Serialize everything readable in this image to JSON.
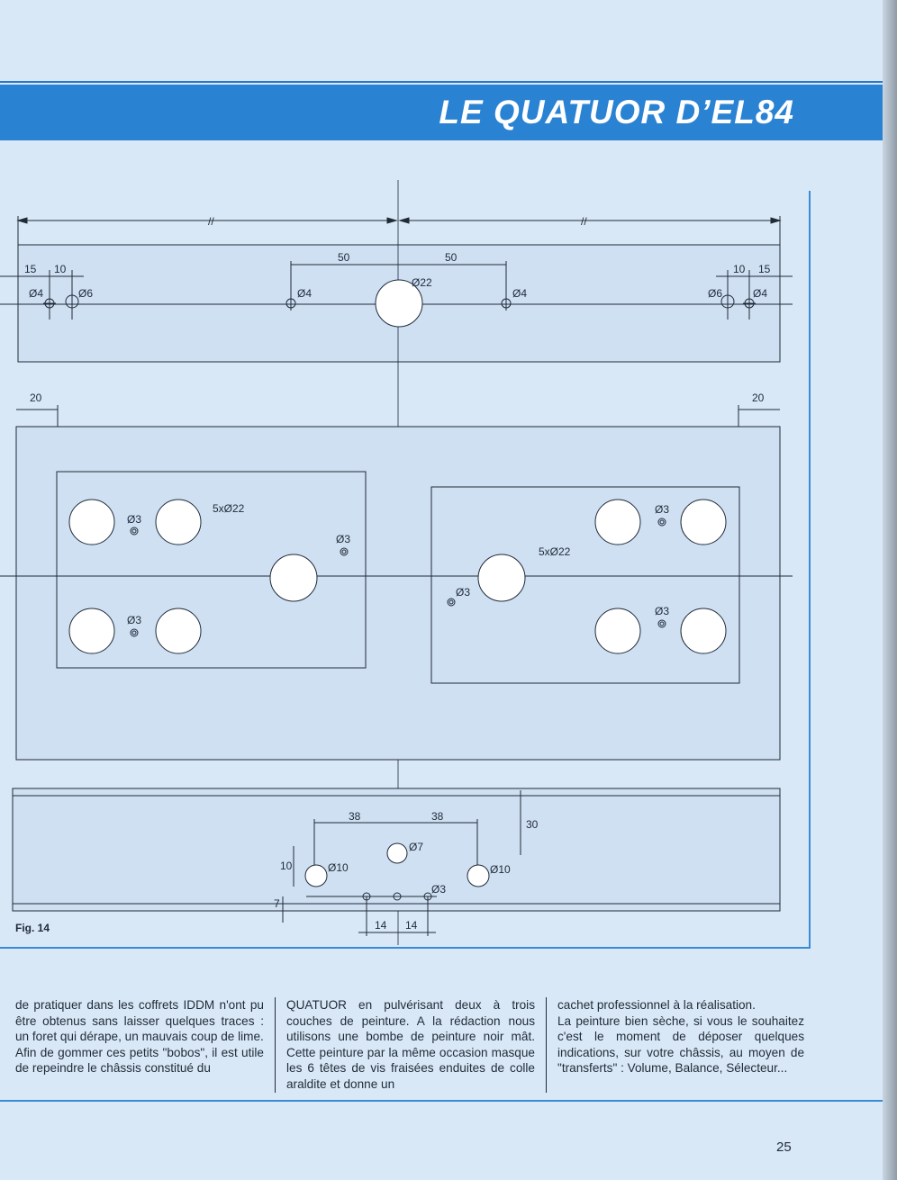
{
  "header": {
    "title": "LE QUATUOR D’EL84"
  },
  "figure": {
    "caption": "Fig. 14",
    "top_view": {
      "left_dims": [
        "15",
        "10"
      ],
      "center_dims": [
        "50",
        "50"
      ],
      "right_dims": [
        "10",
        "15"
      ],
      "holes": [
        "Ø4",
        "Ø6",
        "Ø4",
        "Ø22",
        "Ø4",
        "Ø6",
        "Ø4"
      ],
      "break_mark": "//"
    },
    "main_view": {
      "margin_left": "20",
      "margin_right": "20",
      "left_group": {
        "label": "5xØ22",
        "small_holes": [
          "Ø3",
          "Ø3",
          "Ø3"
        ]
      },
      "right_group": {
        "label": "5xØ22",
        "small_holes": [
          "Ø3",
          "Ø3",
          "Ø3"
        ]
      }
    },
    "side_view": {
      "dims": [
        "38",
        "38",
        "30",
        "10",
        "7",
        "14",
        "14"
      ],
      "holes": [
        "Ø7",
        "Ø10",
        "Ø10",
        "Ø3"
      ]
    }
  },
  "body": {
    "col1": [
      "de pratiquer dans les coffrets IDDM n'ont pu être obtenus sans laisser quelques traces : un foret qui dérape, un mauvais coup de lime.",
      "Afin de gommer ces petits \"bobos\", il est utile de repeindre le châssis constitué du"
    ],
    "col2": [
      "QUATUOR en pulvérisant deux à trois couches de peinture. A la rédaction nous utilisons une bombe de peinture noir mât. Cette peinture par la même occasion masque les 6 têtes de vis fraisées enduites de colle araldite et donne un"
    ],
    "col3": [
      "cachet professionnel à la réalisation.",
      "La peinture bien sèche, si vous le souhaitez c'est le moment de déposer quelques indications, sur votre châssis, au moyen de \"transferts\" : Volume, Balance, Sélecteur..."
    ]
  },
  "page_number": "25"
}
